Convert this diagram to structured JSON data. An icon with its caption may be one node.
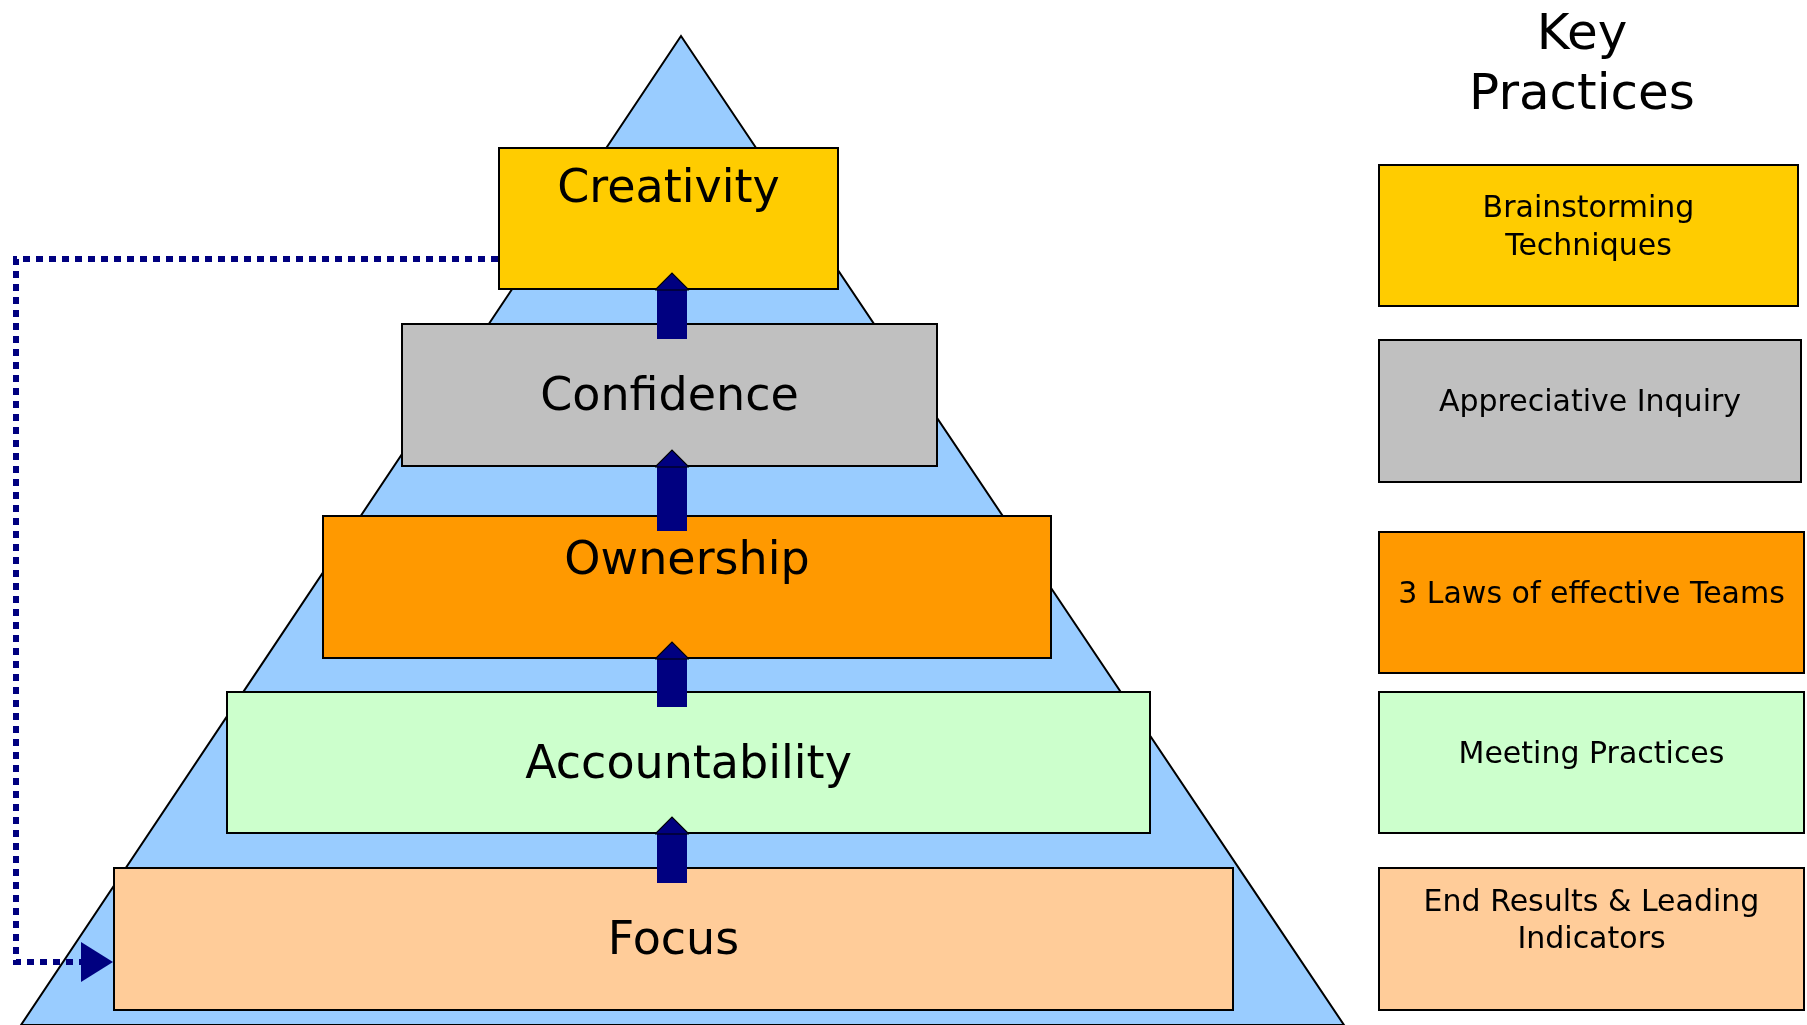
{
  "diagram": {
    "nodes": [
      {
        "text": [
          "Creativity"
        ]
      },
      {
        "text": [
          "Confidence"
        ]
      },
      {
        "text": [
          "Ownership"
        ]
      },
      {
        "text": [
          "Accountability"
        ]
      },
      {
        "text": [
          "Focus"
        ]
      },
      {
        "text": [
          "Brainstorming Techniques"
        ]
      },
      {
        "text": [
          "Appreciative Inquiry"
        ]
      },
      {
        "text": [
          "3 Laws of effective Teams"
        ]
      },
      {
        "text": [
          "Meeting Practices"
        ]
      },
      {
        "text": [
          "End Results & Leading Indicators"
        ]
      }
    ],
    "edges": [
      {
        "from": 4,
        "to": 3,
        "arrow": "to"
      },
      {
        "from": 3,
        "to": 2,
        "arrow": "to"
      },
      {
        "from": 2,
        "to": 1,
        "arrow": "to"
      },
      {
        "from": 1,
        "to": 0,
        "arrow": "to"
      },
      {
        "from": 0,
        "to": 4,
        "arrow": "to",
        "style": "dashed"
      }
    ],
    "labels": [
      "Key Practices"
    ]
  }
}
